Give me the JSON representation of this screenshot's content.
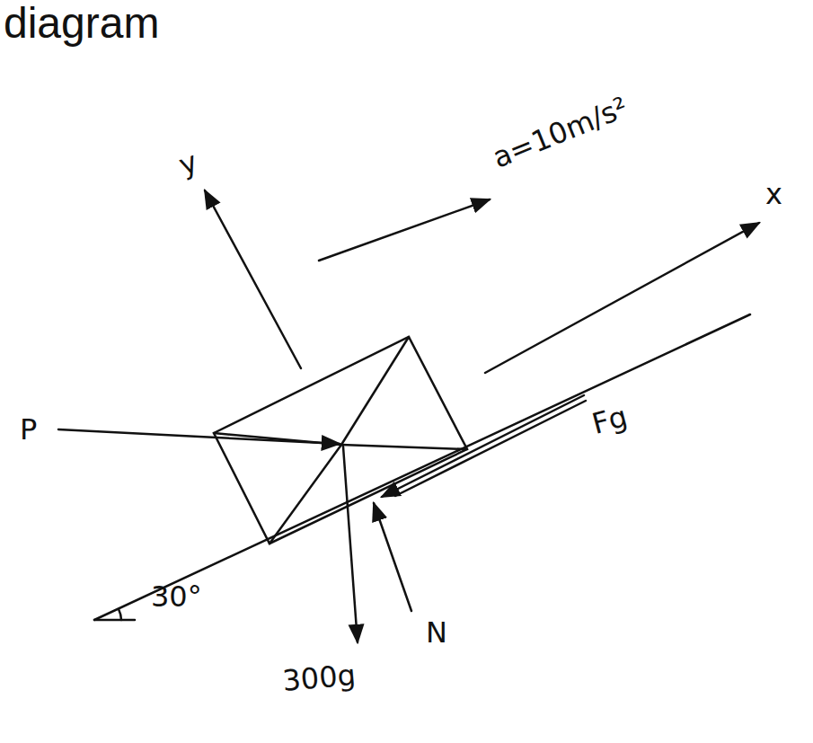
{
  "diagram": {
    "title": "diagram",
    "labels": [
      "y",
      "a=10m/s²",
      "x",
      "P",
      "Fg",
      "N",
      "300g",
      "30°"
    ]
  }
}
